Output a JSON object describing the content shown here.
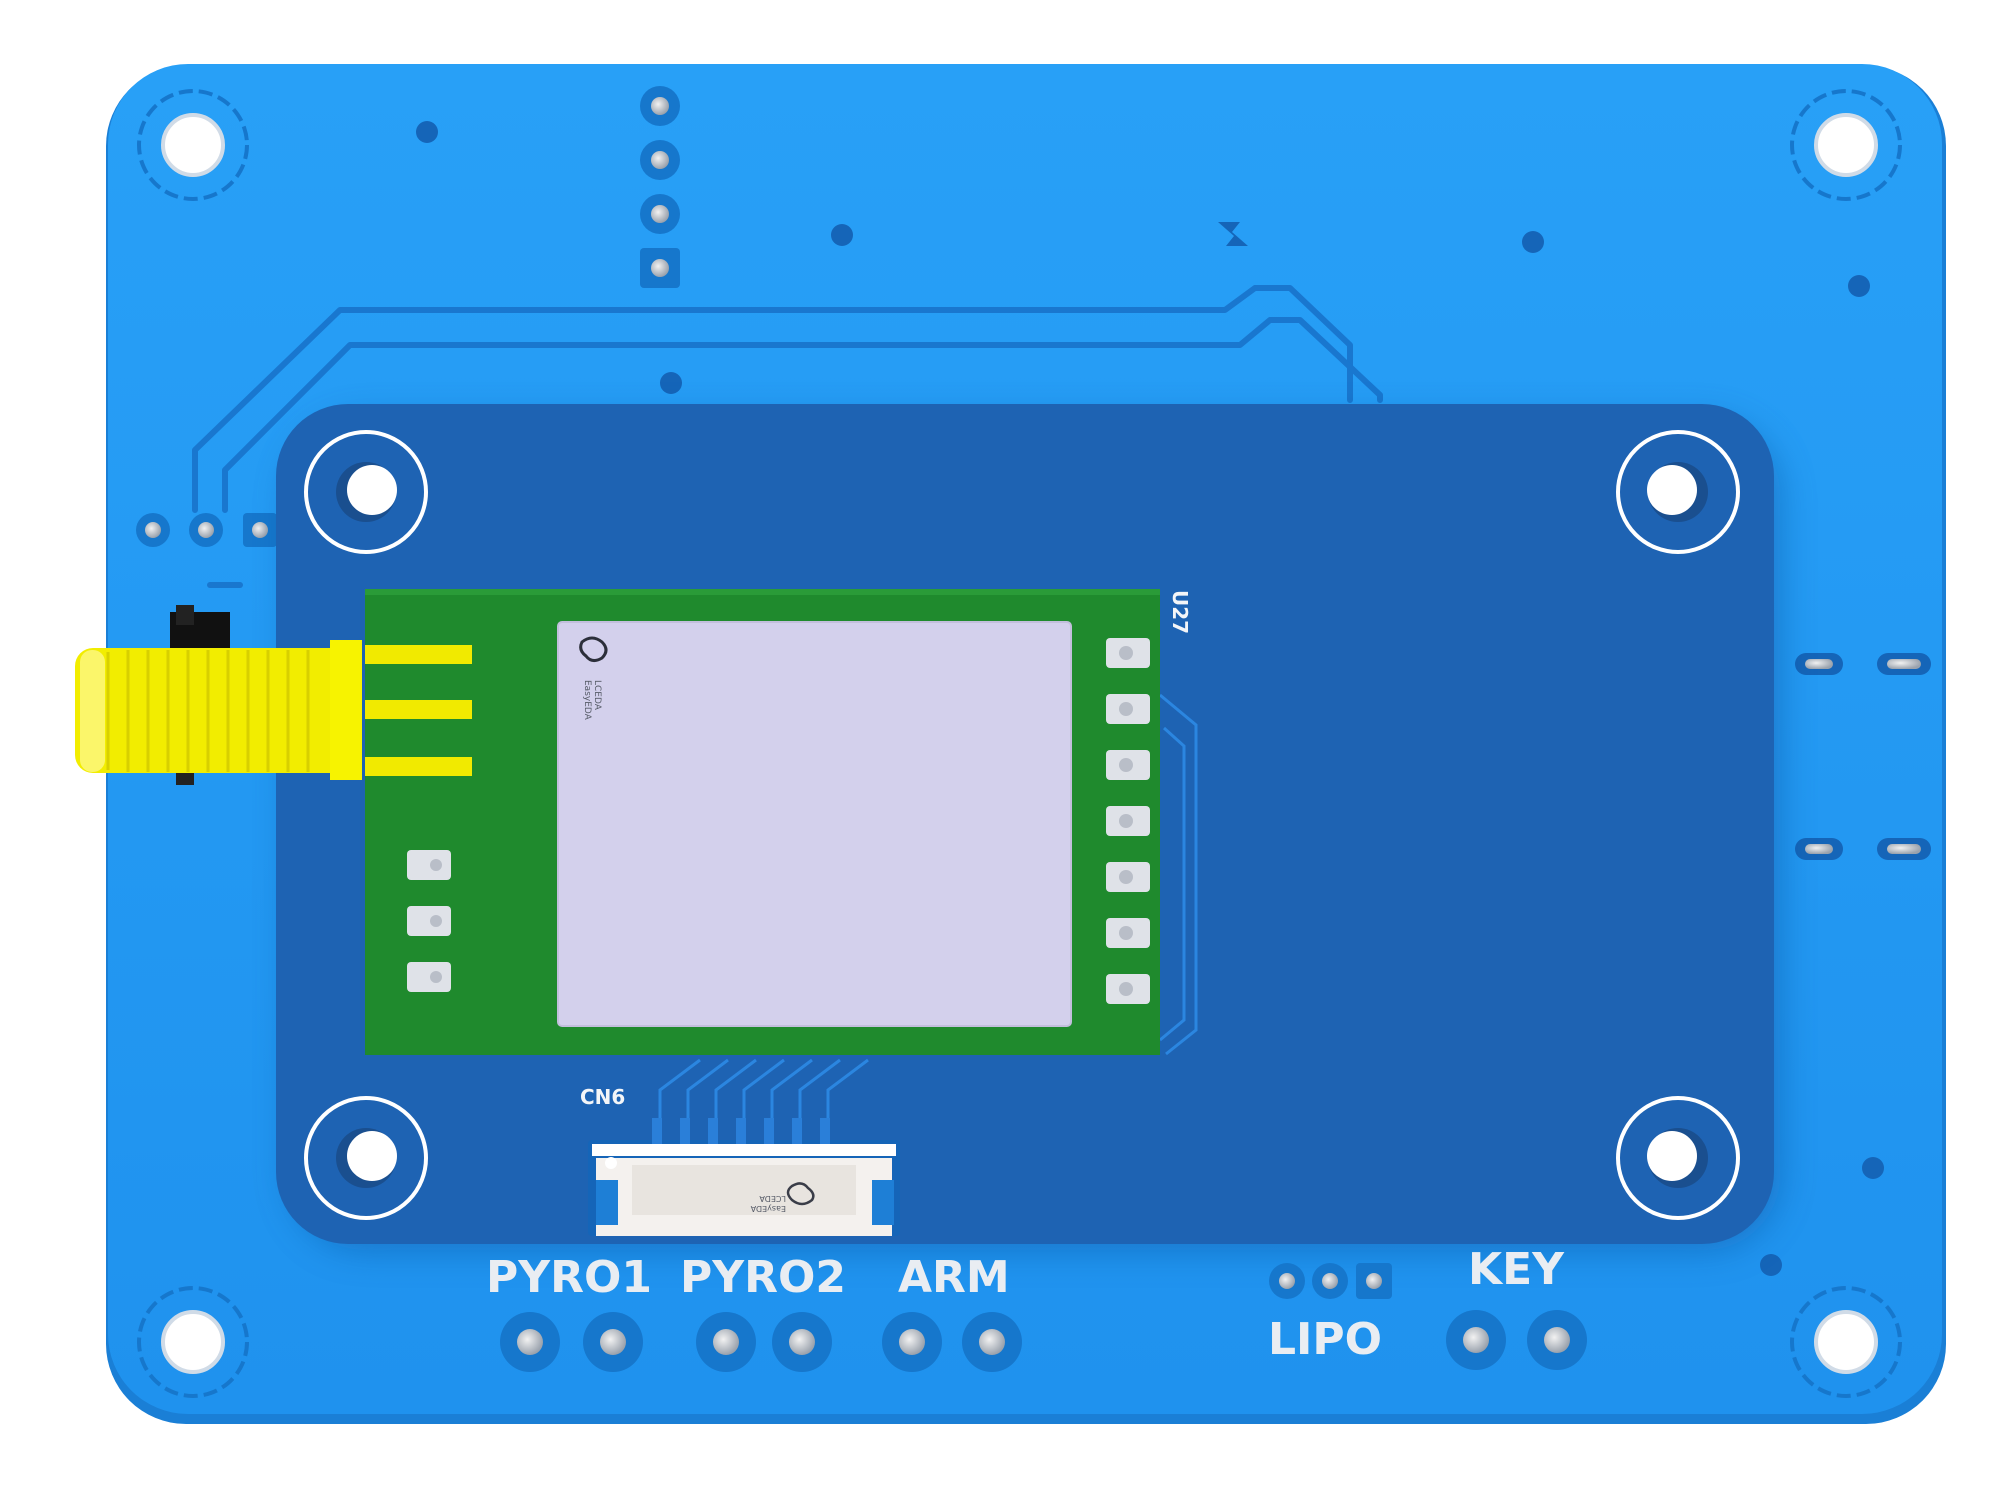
{
  "silkscreen": {
    "module_ref": "U27",
    "connector_ref": "CN6",
    "pyro1": "PYRO1",
    "pyro2": "PYRO2",
    "arm": "ARM",
    "lipo": "LIPO",
    "key": "KEY"
  },
  "logo": {
    "module_line1": "LCEDA",
    "module_line2": "EasyEDA",
    "connector_line1": "LCEDA",
    "connector_line2": "EasyEDA"
  },
  "colors": {
    "pcb_base": "#2196f3",
    "pcb_edge": "#1a7fd6",
    "carrier_board": "#1e63b3",
    "module_pcb": "#1f8a2d",
    "shield_can": "#d3d0ec",
    "sma_connector": "#f5f000",
    "silkscreen": "#e9edf2"
  }
}
